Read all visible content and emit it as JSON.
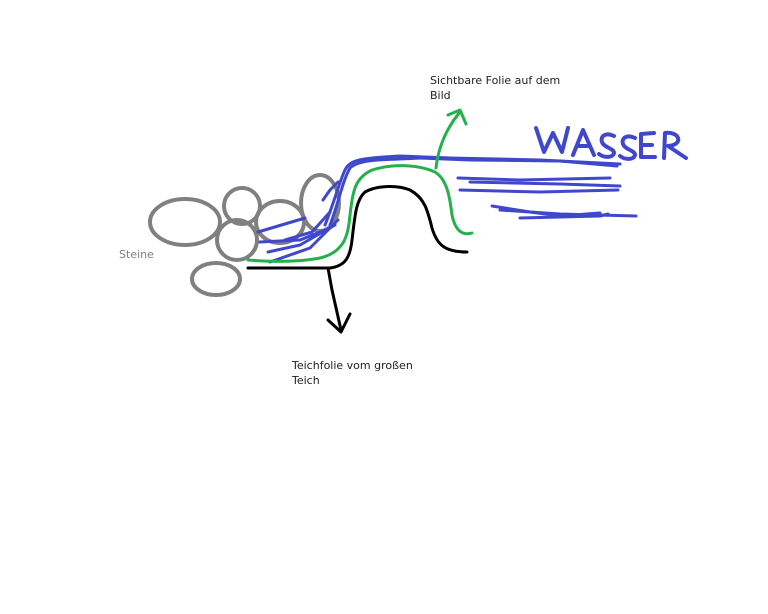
{
  "labels": {
    "sichtbare_folie_line1": "Sichtbare Folie auf dem",
    "sichtbare_folie_line2": "Bild",
    "teichfolie_line1": "Teichfolie vom großen",
    "teichfolie_line2": "Teich",
    "steine": "Steine",
    "wasser": "WASSER"
  },
  "colors": {
    "stones": "#808080",
    "water": "#3f48cc",
    "visible_foil": "#22b14c",
    "pond_liner": "#000000",
    "background": "#ffffff",
    "steine_label": "#7f7f7f"
  }
}
